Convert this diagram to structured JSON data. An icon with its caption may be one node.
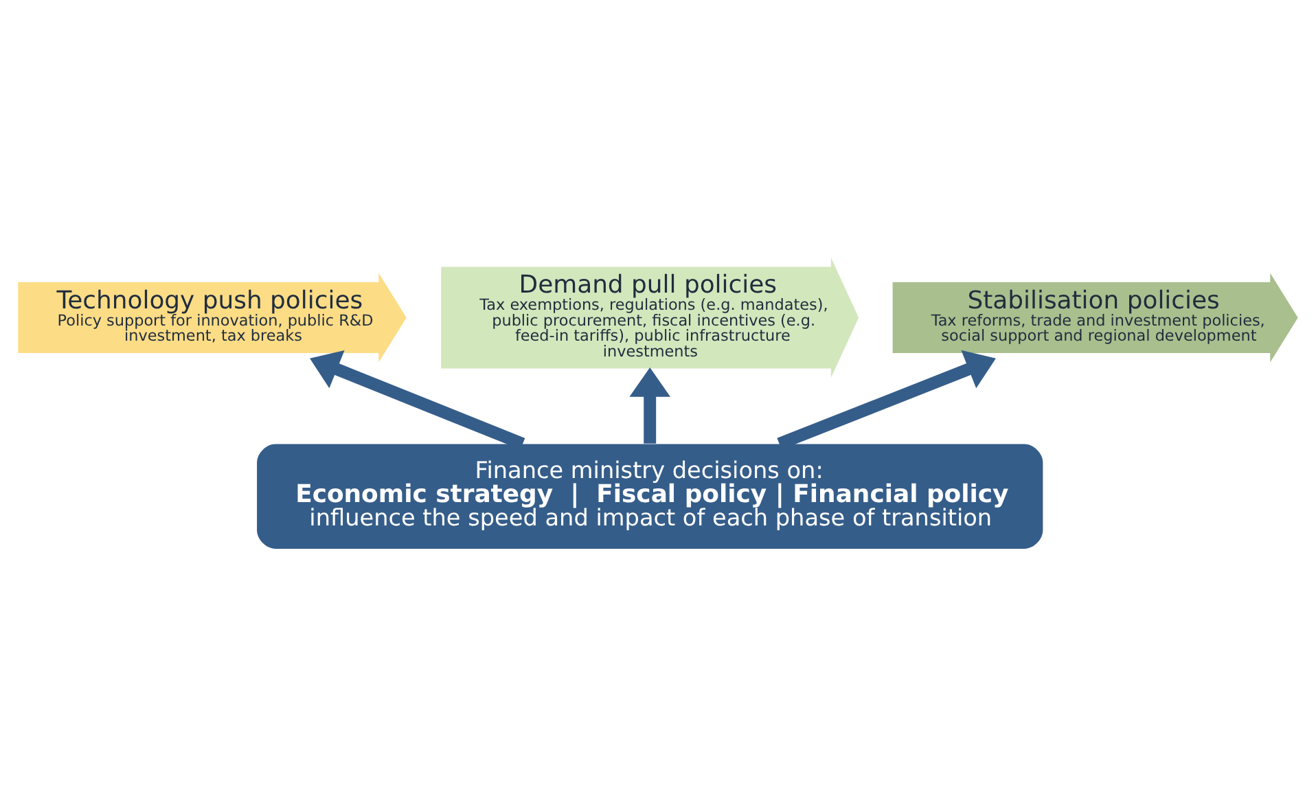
{
  "diagram": {
    "nodes": [
      {
        "text": [
          "Technology push policies",
          "Policy support for innovation, public R&D investment, tax breaks"
        ]
      },
      {
        "text": [
          "Demand pull policies",
          "Tax exemptions, regulations (e.g. mandates), public procurement, fiscal incentives (e.g. feed-in tariffs), public infrastructure investments"
        ]
      },
      {
        "text": [
          "Stabilisation policies",
          "Tax reforms, trade and investment policies, social support and regional development"
        ]
      },
      {
        "text": [
          "Finance ministry decisions on:",
          "Economic strategy  |  Fiscal policy | Financial policy",
          "influence the speed and impact of each phase of transition"
        ]
      }
    ],
    "edges": [
      {
        "from": 3,
        "to": 0,
        "arrow": "to"
      },
      {
        "from": 3,
        "to": 1,
        "arrow": "to"
      },
      {
        "from": 3,
        "to": 2,
        "arrow": "to"
      }
    ]
  }
}
